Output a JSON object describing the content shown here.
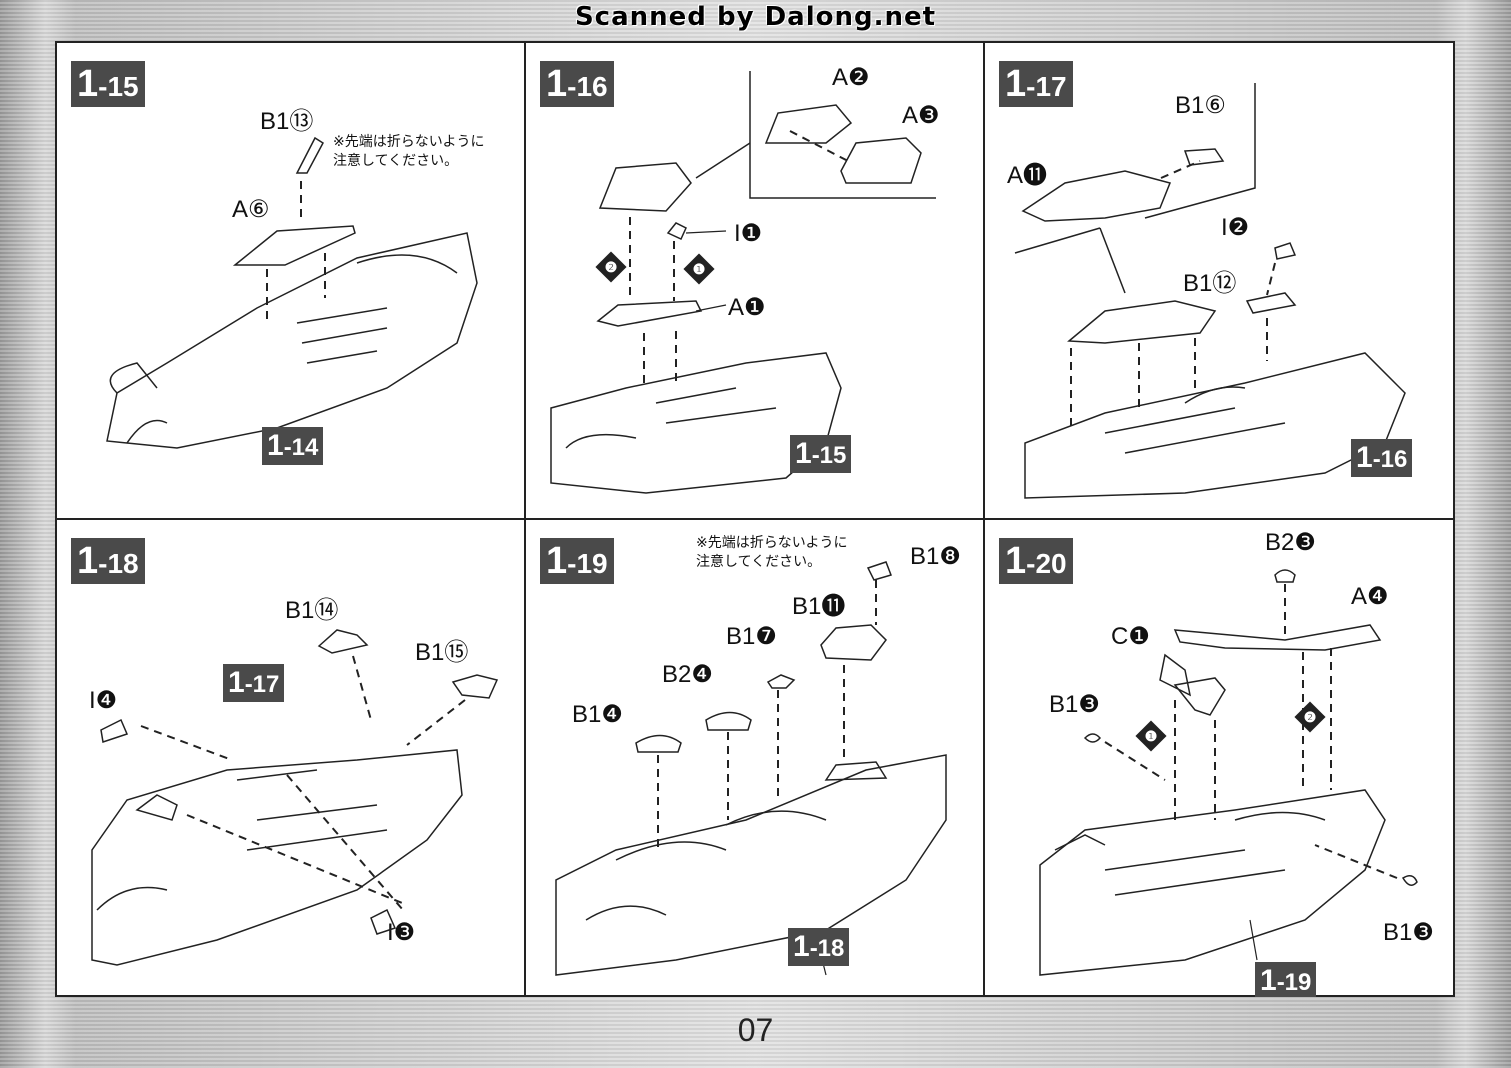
{
  "header": {
    "scanned_by": "Scanned by Dalong.net"
  },
  "page_number": "07",
  "note_text": "※先端は折らないように\n注意してください。",
  "steps": [
    {
      "id": "s15",
      "num_a": "1",
      "num_b": "-15",
      "ref_a": "1",
      "ref_b": "-14",
      "labels": [
        "B1⑬",
        "A⑥"
      ]
    },
    {
      "id": "s16",
      "num_a": "1",
      "num_b": "-16",
      "ref_a": "1",
      "ref_b": "-15",
      "labels": [
        "A❷",
        "A❸",
        "I❶",
        "A❶"
      ],
      "order": [
        "❷",
        "❶"
      ]
    },
    {
      "id": "s17",
      "num_a": "1",
      "num_b": "-17",
      "ref_a": "1",
      "ref_b": "-16",
      "labels": [
        "B1⑥",
        "A⓫",
        "I❷",
        "B1⑫"
      ]
    },
    {
      "id": "s18",
      "num_a": "1",
      "num_b": "-18",
      "ref_a": "1",
      "ref_b": "-17",
      "labels": [
        "B1⑭",
        "B1⑮",
        "I❹",
        "I❸"
      ]
    },
    {
      "id": "s19",
      "num_a": "1",
      "num_b": "-19",
      "ref_a": "1",
      "ref_b": "-18",
      "labels": [
        "B1❽",
        "B1⓫",
        "B1❼",
        "B2❹",
        "B1❹"
      ]
    },
    {
      "id": "s20",
      "num_a": "1",
      "num_b": "-20",
      "ref_a": "1",
      "ref_b": "-19",
      "labels": [
        "B2❸",
        "A❹",
        "C❶",
        "B1❸",
        "B1❸"
      ],
      "order": [
        "❶",
        "❷"
      ]
    }
  ]
}
